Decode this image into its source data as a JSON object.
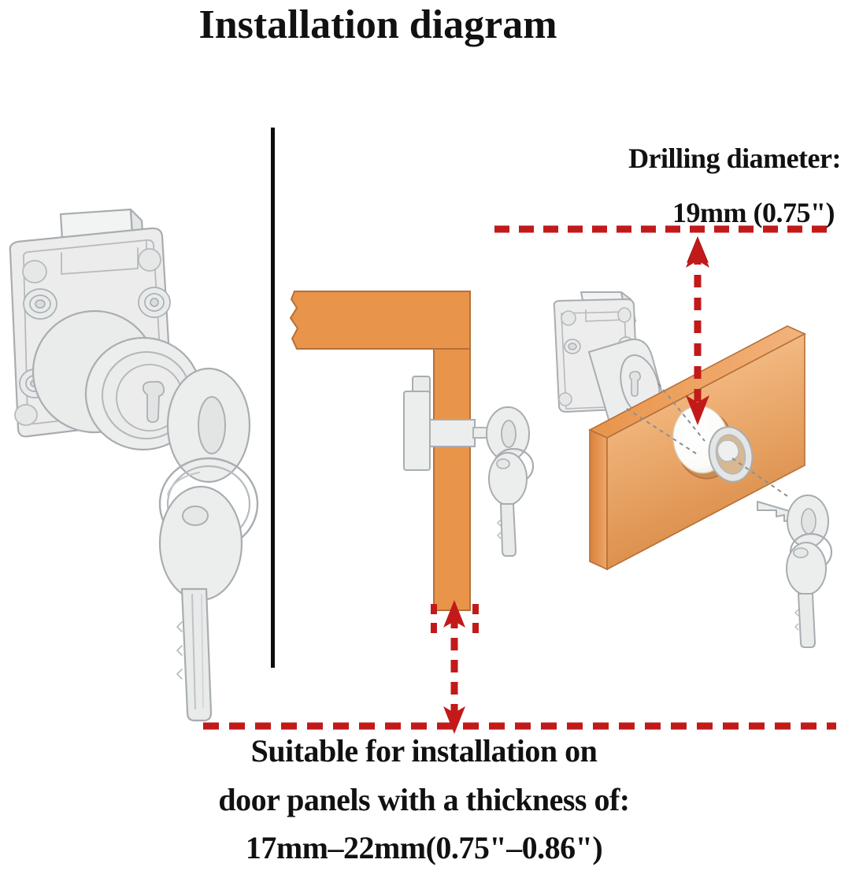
{
  "page": {
    "title": "Installation diagram",
    "background_color": "#ffffff"
  },
  "colors": {
    "orange": "#e8944a",
    "orange_light": "#f0ab6e",
    "orange_dark": "#d9813a",
    "orange_edge": "#b5703a",
    "metal_fill": "#e9eaea",
    "metal_stroke": "#9aa0a4",
    "metal_light": "#f4f5f5",
    "red": "#c21a1a",
    "red_dark": "#a31212",
    "divider": "#0d0d0d",
    "text": "#111111"
  },
  "annotations": {
    "drilling_label_line1": "Drilling diameter:",
    "drilling_label_line2": "19mm (0.75\")",
    "thickness_label_line1": "Suitable for installation on",
    "thickness_label_line2": "door panels with a thickness of:",
    "thickness_label_line3": "17mm–22mm(0.75\"–0.86\")"
  },
  "figures": {
    "left": {
      "name": "drawer-lock-front-view",
      "description": "Line drawing of a cam drawer lock with cylinder and two keys on a ring"
    },
    "center": {
      "name": "cross-section-view",
      "description": "Cross section of cabinet frame and door panel with lock installed, key inserted"
    },
    "right": {
      "name": "exploded-drilling-view",
      "description": "Lock body aligned with a drilled 19mm hole in a door panel, keys at right"
    }
  },
  "markers": {
    "drill_arrow": "down-arrow-to-hole",
    "thickness_arrow": "double-arrow-panel-thickness",
    "divider": "vertical-black-divider"
  }
}
